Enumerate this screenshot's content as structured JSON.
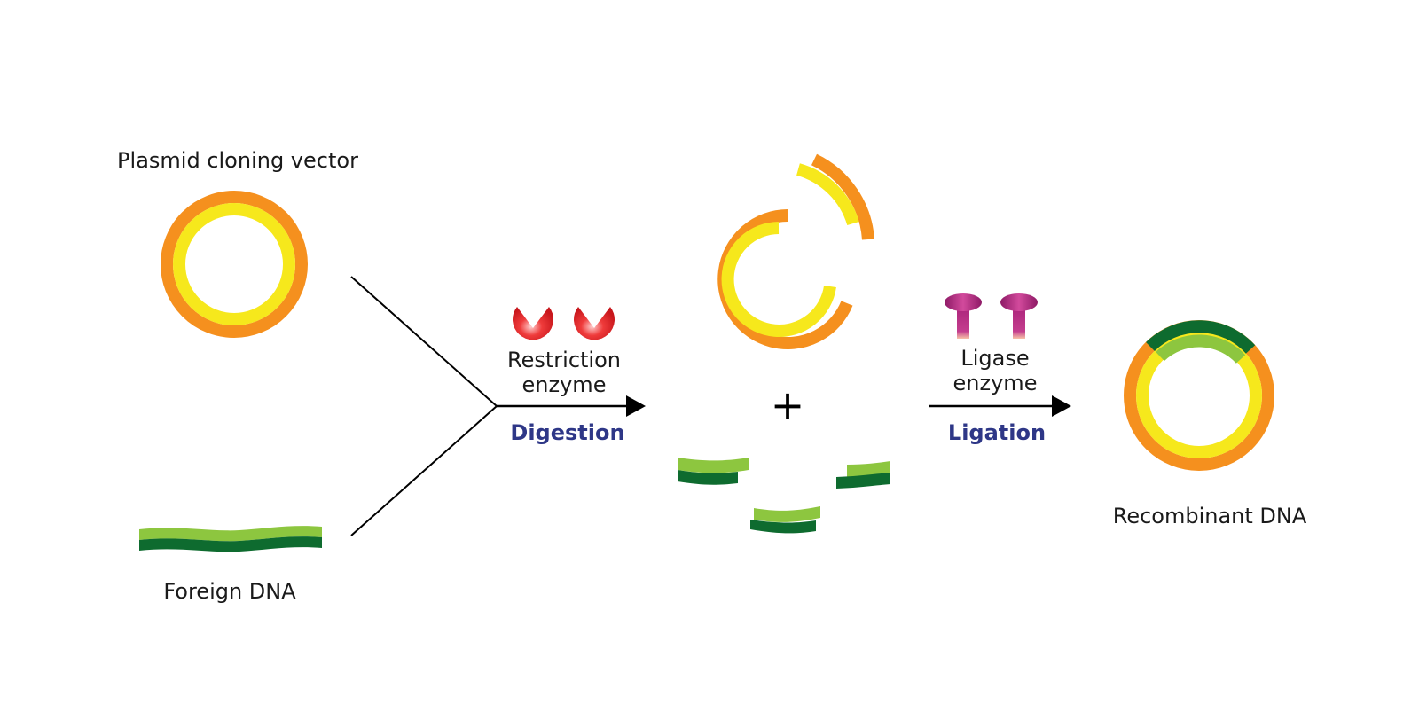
{
  "title": "Recombinant DNA cloning process",
  "colors": {
    "orange": "#f5901e",
    "yellow": "#f6e81c",
    "light_green": "#8dc63f",
    "dark_green": "#0e6b2f",
    "enzyme_red": "#e3272b",
    "ligase_purple": "#b5267f",
    "step_label": "#2e3787",
    "line": "#000000"
  },
  "inputs": {
    "plasmid_label": "Plasmid cloning vector",
    "foreign_dna_label": "Foreign DNA"
  },
  "digestion": {
    "enzyme_label_line1": "Restriction",
    "enzyme_label_line2": "enzyme",
    "step_label": "Digestion",
    "enzyme_icon": "restriction-enzyme-icon",
    "enzyme_count": 2
  },
  "intermediate": {
    "plus_symbol": "+",
    "fragments": [
      "opened-plasmid",
      "plasmid-fragment",
      "dna-fragment-1",
      "dna-fragment-2",
      "dna-fragment-3"
    ]
  },
  "ligation": {
    "enzyme_label_line1": "Ligase",
    "enzyme_label_line2": "enzyme",
    "step_label": "Ligation",
    "enzyme_icon": "ligase-enzyme-icon",
    "enzyme_count": 2
  },
  "output": {
    "label": "Recombinant DNA"
  }
}
